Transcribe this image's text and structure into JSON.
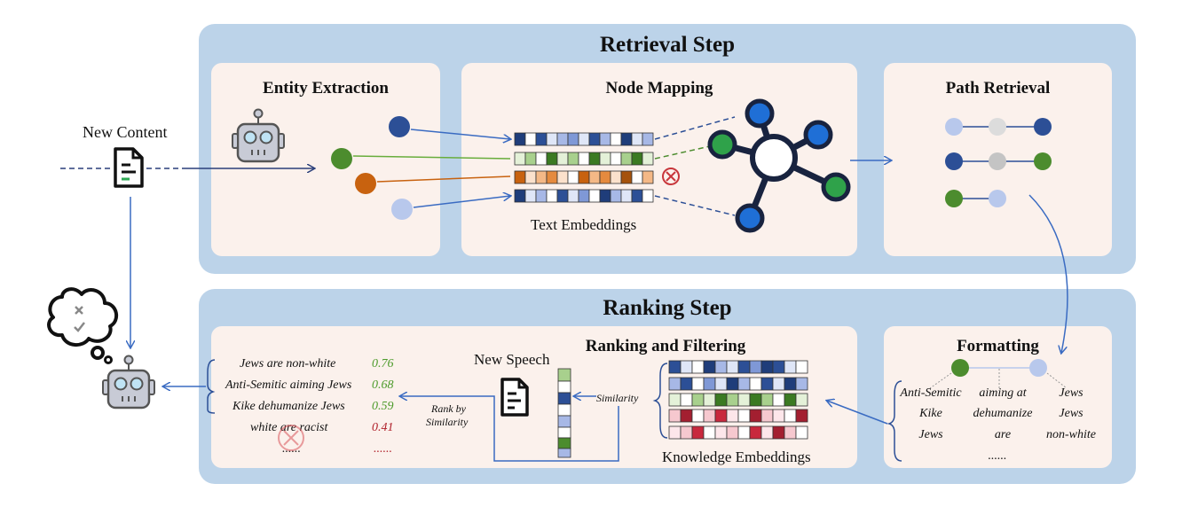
{
  "retrieval": {
    "title": "Retrieval Step",
    "entity_extraction": "Entity Extraction",
    "node_mapping": "Node Mapping",
    "path_retrieval": "Path Retrieval",
    "text_embeddings": "Text Embeddings"
  },
  "ranking": {
    "title": "Ranking Step",
    "ranking_filtering": "Ranking and Filtering",
    "formatting": "Formatting",
    "new_speech": "New Speech",
    "similarity": "Similarity",
    "rank_by_line1": "Rank by",
    "rank_by_line2": "Similarity",
    "knowledge_embeddings": "Knowledge Embeddings"
  },
  "new_content": "New Content",
  "results": [
    {
      "text": "Jews are non-white",
      "score": "0.76",
      "color": "#4c9a2a"
    },
    {
      "text": "Anti-Semitic aiming Jews",
      "score": "0.68",
      "color": "#4c9a2a"
    },
    {
      "text": "Kike dehumanize Jews",
      "score": "0.59",
      "color": "#4c9a2a"
    },
    {
      "text": "white are racist",
      "score": "0.41",
      "color": "#b0202a"
    },
    {
      "text": "......",
      "score": "......",
      "color": "#b0202a"
    }
  ],
  "formatting_columns": {
    "col1": [
      "Anti-Semitic",
      "Kike",
      "Jews"
    ],
    "col2": [
      "aiming at",
      "dehumanize",
      "are",
      "......"
    ],
    "col3": [
      "Jews",
      "Jews",
      "non-white"
    ]
  },
  "colors": {
    "band": "#bcd3e9",
    "panel": "#fbf1ec",
    "dark_blue": "#2c4f96",
    "green": "#4c8c2e",
    "orange": "#c8620f",
    "light_blue": "#b8c8ec",
    "hub_blue": "#1f6fd6",
    "hub_green": "#2fa24a",
    "reject_red": "#c8363b"
  },
  "icons": [
    "robot-icon",
    "document-icon",
    "thought-cloud-icon",
    "reject-icon",
    "graph-hub-icon"
  ]
}
